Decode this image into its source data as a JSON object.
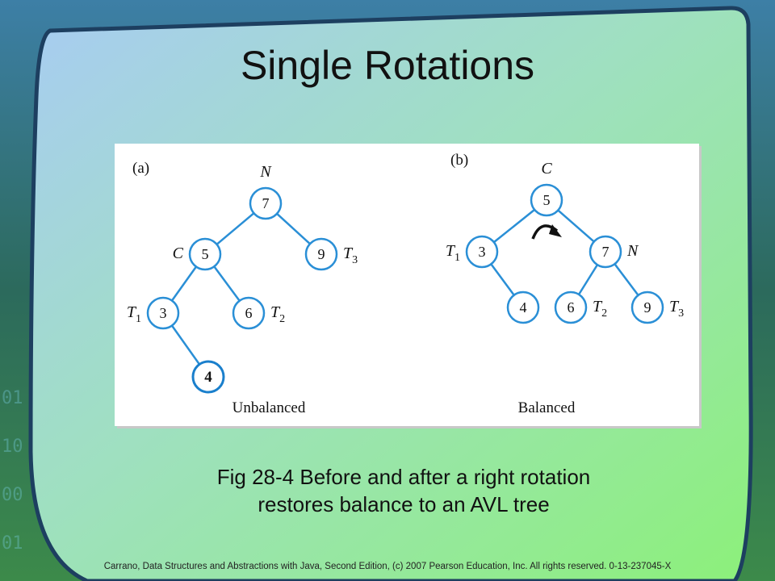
{
  "slide": {
    "title": "Single Rotations",
    "caption_line1": "Fig 28-4 Before and after a right rotation",
    "caption_line2": "restores balance to an AVL tree",
    "footer": "Carrano, Data Structures and Abstractions with Java, Second Edition, (c) 2007 Pearson Education, Inc. All rights reserved. 0-13-237045-X"
  },
  "colors": {
    "node_ring": "#2a8fd6",
    "edge": "#2a8fd6",
    "inserted_node_ring": "#1a7fcc",
    "bg_top": "#a9cff0",
    "bg_bottom": "#8ef07e"
  },
  "figure": {
    "panels": [
      {
        "label": "(a)",
        "caption": "Unbalanced",
        "nodes": [
          {
            "id": "a7",
            "value": "7",
            "tag": "N",
            "sub": ""
          },
          {
            "id": "a5",
            "value": "5",
            "tag": "C",
            "sub": ""
          },
          {
            "id": "a9",
            "value": "9",
            "tag": "T",
            "sub": "3"
          },
          {
            "id": "a3",
            "value": "3",
            "tag": "T",
            "sub": "1"
          },
          {
            "id": "a6",
            "value": "6",
            "tag": "T",
            "sub": "2"
          },
          {
            "id": "a4",
            "value": "4",
            "tag": "",
            "sub": "",
            "inserted": true
          }
        ],
        "edges": [
          [
            "a7",
            "a5"
          ],
          [
            "a7",
            "a9"
          ],
          [
            "a5",
            "a3"
          ],
          [
            "a5",
            "a6"
          ],
          [
            "a3",
            "a4"
          ]
        ]
      },
      {
        "label": "(b)",
        "caption": "Balanced",
        "nodes": [
          {
            "id": "b5",
            "value": "5",
            "tag": "C",
            "sub": ""
          },
          {
            "id": "b3",
            "value": "3",
            "tag": "T",
            "sub": "1"
          },
          {
            "id": "b7",
            "value": "7",
            "tag": "N",
            "sub": ""
          },
          {
            "id": "b4",
            "value": "4",
            "tag": "",
            "sub": ""
          },
          {
            "id": "b6",
            "value": "6",
            "tag": "T",
            "sub": "2"
          },
          {
            "id": "b9",
            "value": "9",
            "tag": "T",
            "sub": "3"
          }
        ],
        "edges": [
          [
            "b5",
            "b3"
          ],
          [
            "b5",
            "b7"
          ],
          [
            "b3",
            "b4"
          ],
          [
            "b7",
            "b6"
          ],
          [
            "b7",
            "b9"
          ]
        ],
        "rotation_arrow": "clockwise-arrow"
      }
    ]
  }
}
